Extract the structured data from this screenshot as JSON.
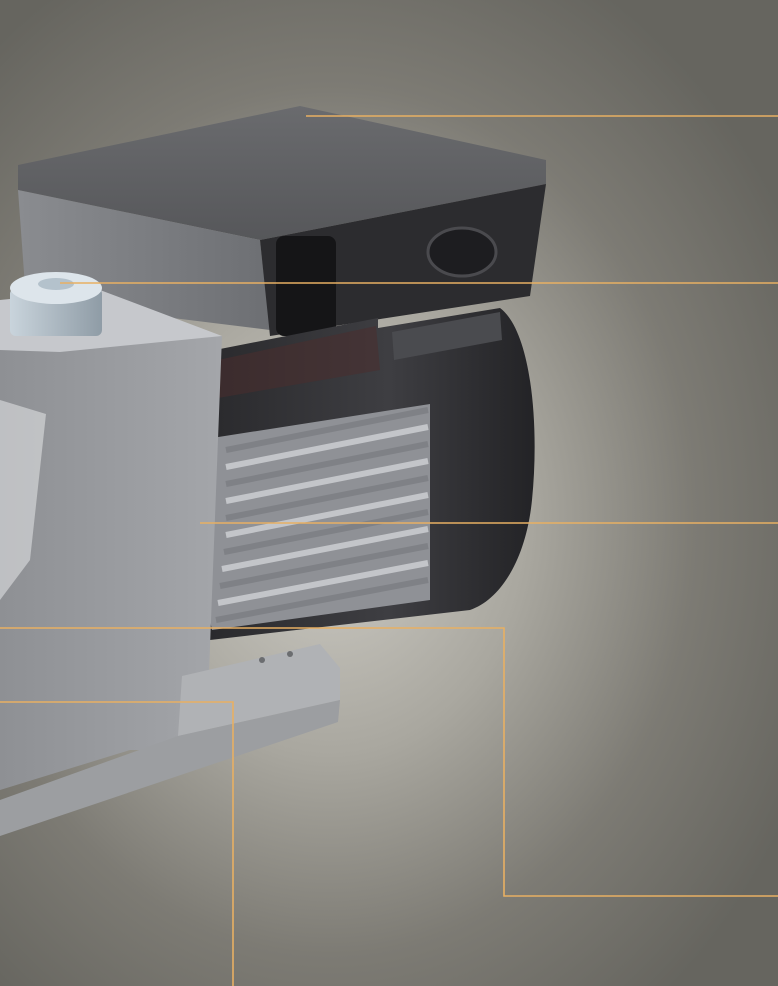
{
  "image": {
    "subject": "motor-with-terminal-box",
    "background_color": "#8f8d86",
    "callout_line_color": "#e8b063",
    "housing_color": "#3b3b3e",
    "fins_color": "#a7a9ad",
    "end_shield_color": "#9a9ca0",
    "accent_cap_color": "#aab8c4"
  },
  "callouts": [
    {
      "id": "terminal-box-top"
    },
    {
      "id": "cooling-fan-cap"
    },
    {
      "id": "cooling-fins"
    },
    {
      "id": "base-foot"
    },
    {
      "id": "mounting-foot"
    }
  ]
}
